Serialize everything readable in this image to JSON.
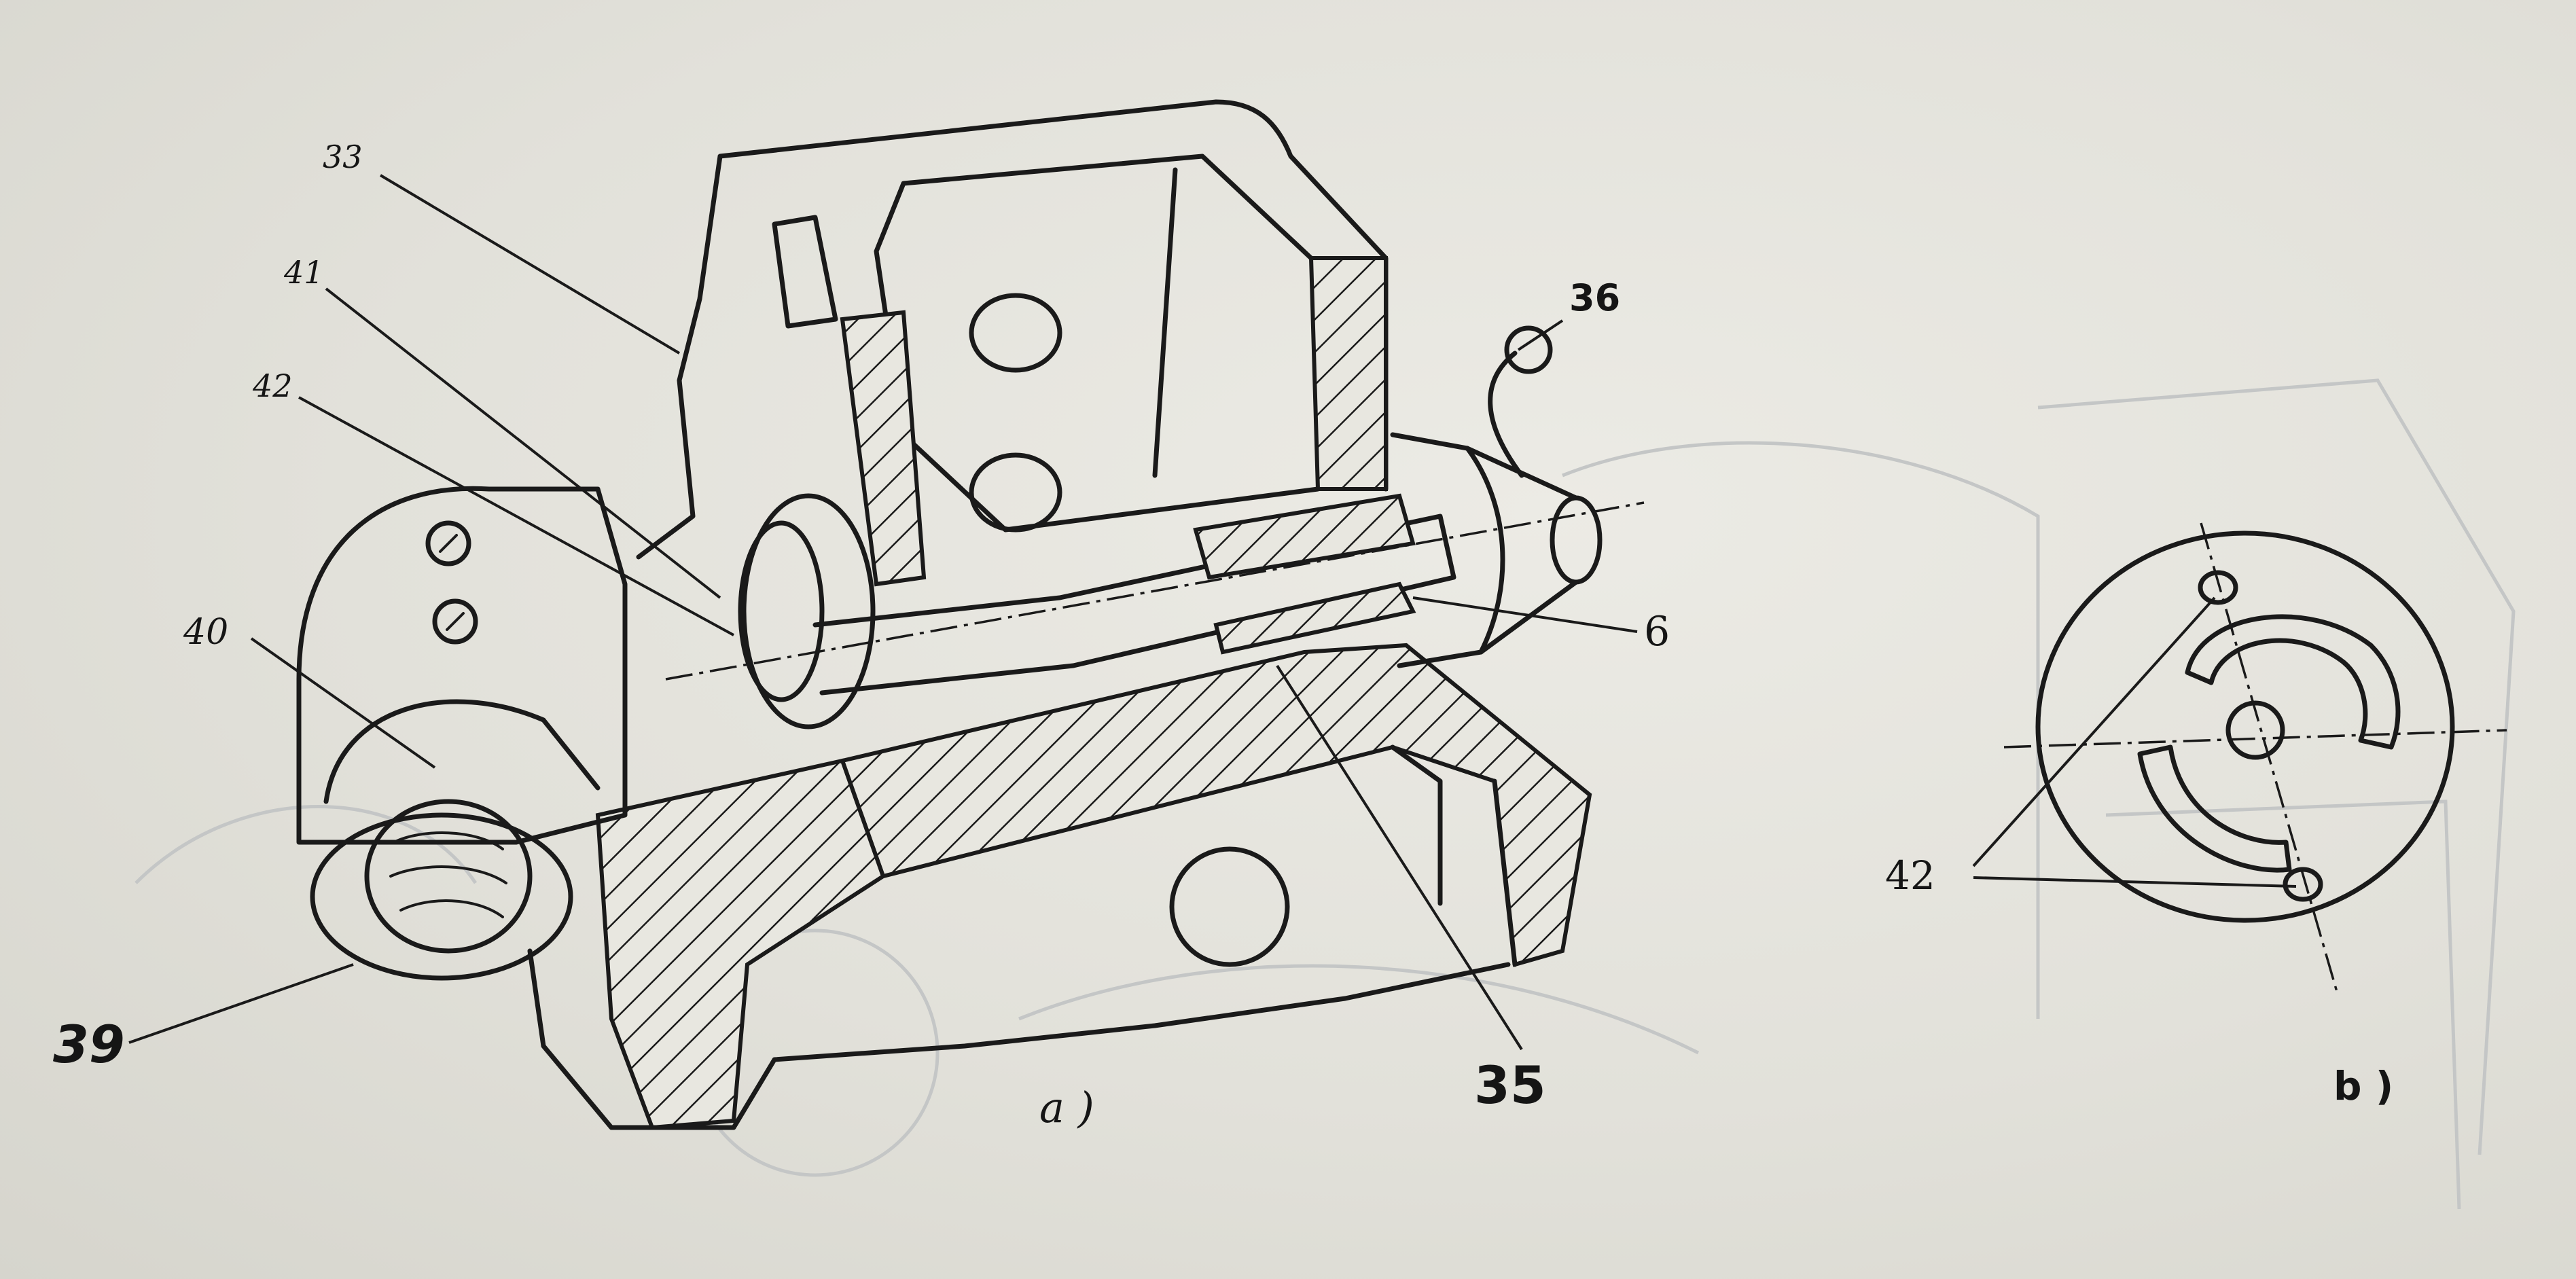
{
  "callouts": {
    "c33": "33",
    "c41": "41",
    "c42a": "42",
    "c40": "40",
    "c39": "39",
    "c36": "36",
    "c6": "6",
    "c35": "35",
    "c42b": "42"
  },
  "captions": {
    "a": "a )",
    "b": "b )"
  }
}
